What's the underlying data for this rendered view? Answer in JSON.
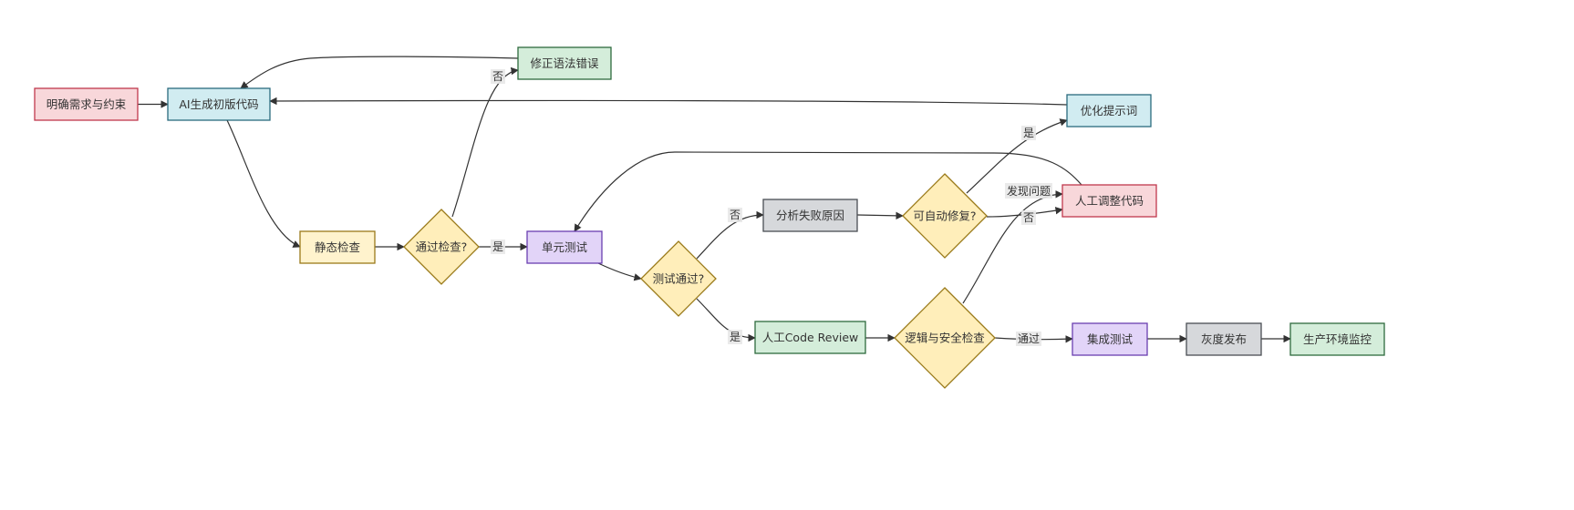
{
  "diagram": {
    "nodes": [
      {
        "id": "clarify",
        "label": "明确需求与约束",
        "shape": "rect",
        "fill": "#f8d7da",
        "stroke": "#c0394d"
      },
      {
        "id": "ai_gen",
        "label": "AI生成初版代码",
        "shape": "rect",
        "fill": "#d1ecf1",
        "stroke": "#2b6b7e"
      },
      {
        "id": "fix_syntax",
        "label": "修正语法错误",
        "shape": "rect",
        "fill": "#d4edda",
        "stroke": "#2e6b3e"
      },
      {
        "id": "static_check",
        "label": "静态检查",
        "shape": "rect",
        "fill": "#fff3cd",
        "stroke": "#9a7a1a"
      },
      {
        "id": "pass_check",
        "label": "通过检查?",
        "shape": "diamond",
        "fill": "#ffeeba",
        "stroke": "#9a7a1a"
      },
      {
        "id": "unit_test",
        "label": "单元测试",
        "shape": "rect",
        "fill": "#e2d4f8",
        "stroke": "#6a3fb0"
      },
      {
        "id": "test_pass",
        "label": "测试通过?",
        "shape": "diamond",
        "fill": "#ffeeba",
        "stroke": "#9a7a1a"
      },
      {
        "id": "analyze",
        "label": "分析失败原因",
        "shape": "rect",
        "fill": "#d6d8db",
        "stroke": "#4a4f54"
      },
      {
        "id": "auto_fix",
        "label": "可自动修复?",
        "shape": "diamond",
        "fill": "#ffeeba",
        "stroke": "#9a7a1a"
      },
      {
        "id": "optimize",
        "label": "优化提示词",
        "shape": "rect",
        "fill": "#d1ecf1",
        "stroke": "#2b6b7e"
      },
      {
        "id": "manual_adjust",
        "label": "人工调整代码",
        "shape": "rect",
        "fill": "#f8d7da",
        "stroke": "#c0394d"
      },
      {
        "id": "code_review",
        "label": "人工Code Review",
        "shape": "rect",
        "fill": "#d4edda",
        "stroke": "#2e6b3e"
      },
      {
        "id": "logic_security",
        "label": "逻辑与安全检查",
        "shape": "diamond",
        "fill": "#ffeeba",
        "stroke": "#9a7a1a"
      },
      {
        "id": "integration",
        "label": "集成测试",
        "shape": "rect",
        "fill": "#e2d4f8",
        "stroke": "#6a3fb0"
      },
      {
        "id": "gray_release",
        "label": "灰度发布",
        "shape": "rect",
        "fill": "#d6d8db",
        "stroke": "#4a4f54"
      },
      {
        "id": "monitor",
        "label": "生产环境监控",
        "shape": "rect",
        "fill": "#d4edda",
        "stroke": "#2e6b3e"
      }
    ],
    "edges": [
      {
        "from": "clarify",
        "to": "ai_gen",
        "label": ""
      },
      {
        "from": "ai_gen",
        "to": "static_check",
        "label": ""
      },
      {
        "from": "static_check",
        "to": "pass_check",
        "label": ""
      },
      {
        "from": "pass_check",
        "to": "unit_test",
        "label": "是"
      },
      {
        "from": "pass_check",
        "to": "fix_syntax",
        "label": "否"
      },
      {
        "from": "fix_syntax",
        "to": "ai_gen",
        "label": ""
      },
      {
        "from": "unit_test",
        "to": "test_pass",
        "label": ""
      },
      {
        "from": "test_pass",
        "to": "analyze",
        "label": "否"
      },
      {
        "from": "test_pass",
        "to": "code_review",
        "label": "是"
      },
      {
        "from": "analyze",
        "to": "auto_fix",
        "label": ""
      },
      {
        "from": "auto_fix",
        "to": "optimize",
        "label": "是"
      },
      {
        "from": "auto_fix",
        "to": "manual_adjust",
        "label": "否"
      },
      {
        "from": "optimize",
        "to": "ai_gen",
        "label": ""
      },
      {
        "from": "manual_adjust",
        "to": "unit_test",
        "label": ""
      },
      {
        "from": "code_review",
        "to": "logic_security",
        "label": ""
      },
      {
        "from": "logic_security",
        "to": "integration",
        "label": "通过"
      },
      {
        "from": "logic_security",
        "to": "manual_adjust",
        "label": "发现问题"
      },
      {
        "from": "integration",
        "to": "gray_release",
        "label": ""
      },
      {
        "from": "gray_release",
        "to": "monitor",
        "label": ""
      }
    ]
  }
}
